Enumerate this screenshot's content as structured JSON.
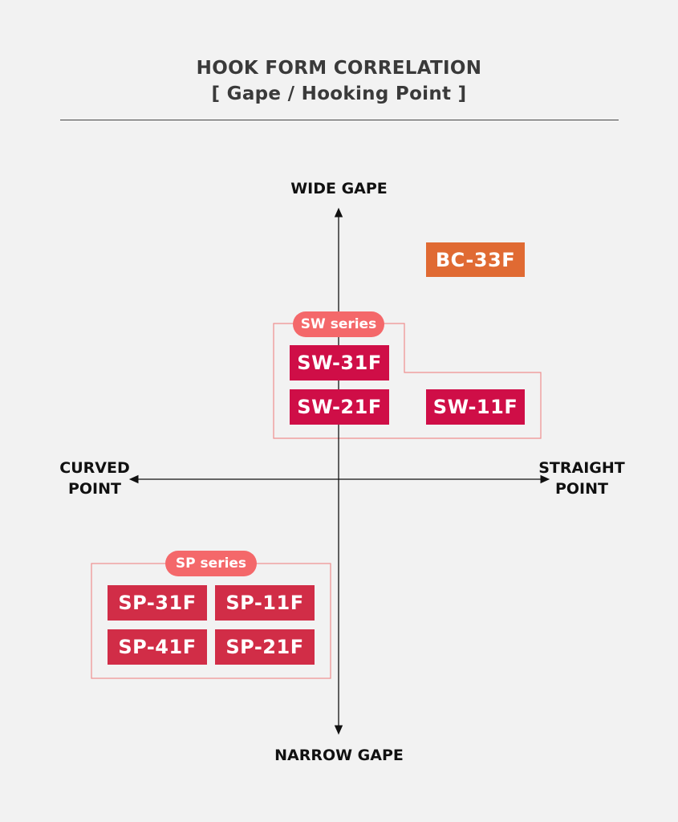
{
  "title": {
    "line1": "HOOK FORM CORRELATION",
    "line2": "[ Gape / Hooking Point ]"
  },
  "axes": {
    "top": "WIDE GAPE",
    "bottom": "NARROW GAPE",
    "left": "CURVED\nPOINT",
    "right": "STRAIGHT\nPOINT"
  },
  "colors": {
    "sw_box": "#cf0e47",
    "sp_box": "#d12d47",
    "bc_box": "#e06a33",
    "series_pill": "#f4686a",
    "group_outline": "#ef8f8f"
  },
  "standalone": [
    {
      "label": "BC-33F"
    }
  ],
  "groups": [
    {
      "label": "SW series",
      "items": [
        "SW-31F",
        "SW-21F",
        "SW-11F"
      ]
    },
    {
      "label": "SP series",
      "items": [
        "SP-31F",
        "SP-11F",
        "SP-41F",
        "SP-21F"
      ]
    }
  ]
}
